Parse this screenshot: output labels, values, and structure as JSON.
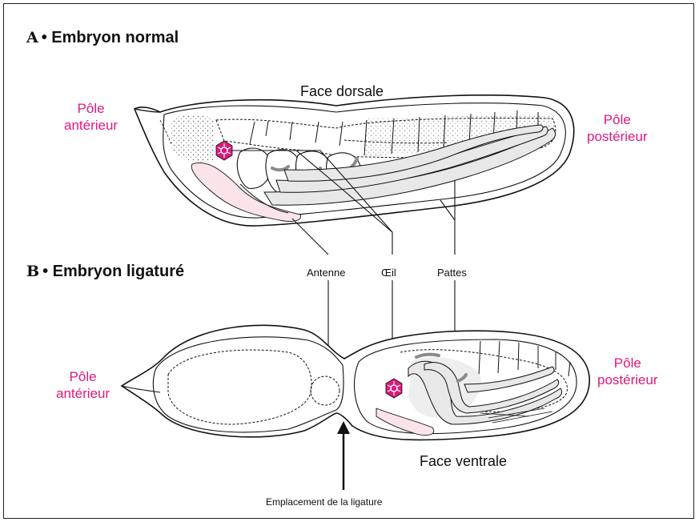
{
  "panel_a": {
    "letter": "A",
    "title": "• Embryon normal",
    "face_label": "Face dorsale",
    "anterior_line1": "Pôle",
    "anterior_line2": "antérieur",
    "posterior_line1": "Pôle",
    "posterior_line2": "postérieur"
  },
  "panel_b": {
    "letter": "B",
    "title": "• Embryon ligaturé",
    "face_label": "Face ventrale",
    "anterior_line1": "Pôle",
    "anterior_line2": "antérieur",
    "posterior_line1": "Pôle",
    "posterior_line2": "postérieur",
    "ligature_label": "Emplacement de la ligature"
  },
  "callouts": {
    "antenna": "Antenne",
    "eye": "Œil",
    "legs": "Pattes"
  },
  "colors": {
    "accent": "#e0187e",
    "eye": "#d81b7c",
    "antenna_fill": "#fbe3ea",
    "leg_fill": "#e8e8e8"
  }
}
